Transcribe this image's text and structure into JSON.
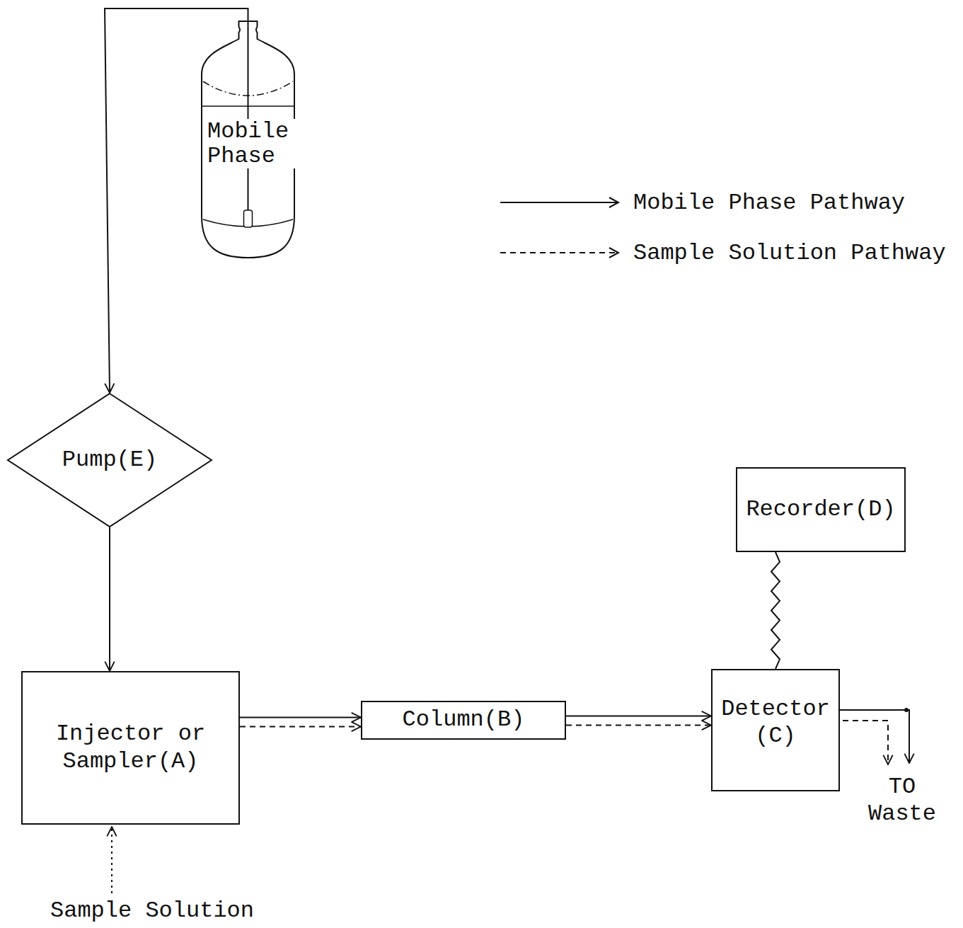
{
  "diagram": {
    "nodes": [
      {
        "text": [
          "Mobile Phase"
        ]
      },
      {
        "text": [
          "Pump(E)"
        ]
      },
      {
        "text": [
          "Recorder(D)"
        ]
      },
      {
        "text": [
          "Injector or Sampler(A)"
        ]
      },
      {
        "text": [
          "Column(B)"
        ]
      },
      {
        "text": [
          "Detector (C)"
        ]
      }
    ],
    "edges": [
      {
        "from": 0,
        "to": 1,
        "arrow": "to"
      },
      {
        "from": 1,
        "to": 3,
        "arrow": "to"
      },
      {
        "from": 3,
        "to": 4,
        "arrow": "to"
      },
      {
        "from": 4,
        "to": 5,
        "arrow": "to"
      },
      {
        "from": 5,
        "to": 2,
        "arrow": "none"
      }
    ],
    "labels": [
      "Sample Solution",
      "TO Waste"
    ],
    "legend": [
      {
        "text": "Mobile Phase Pathway"
      },
      {
        "text": "Sample Solution Pathway"
      }
    ]
  }
}
